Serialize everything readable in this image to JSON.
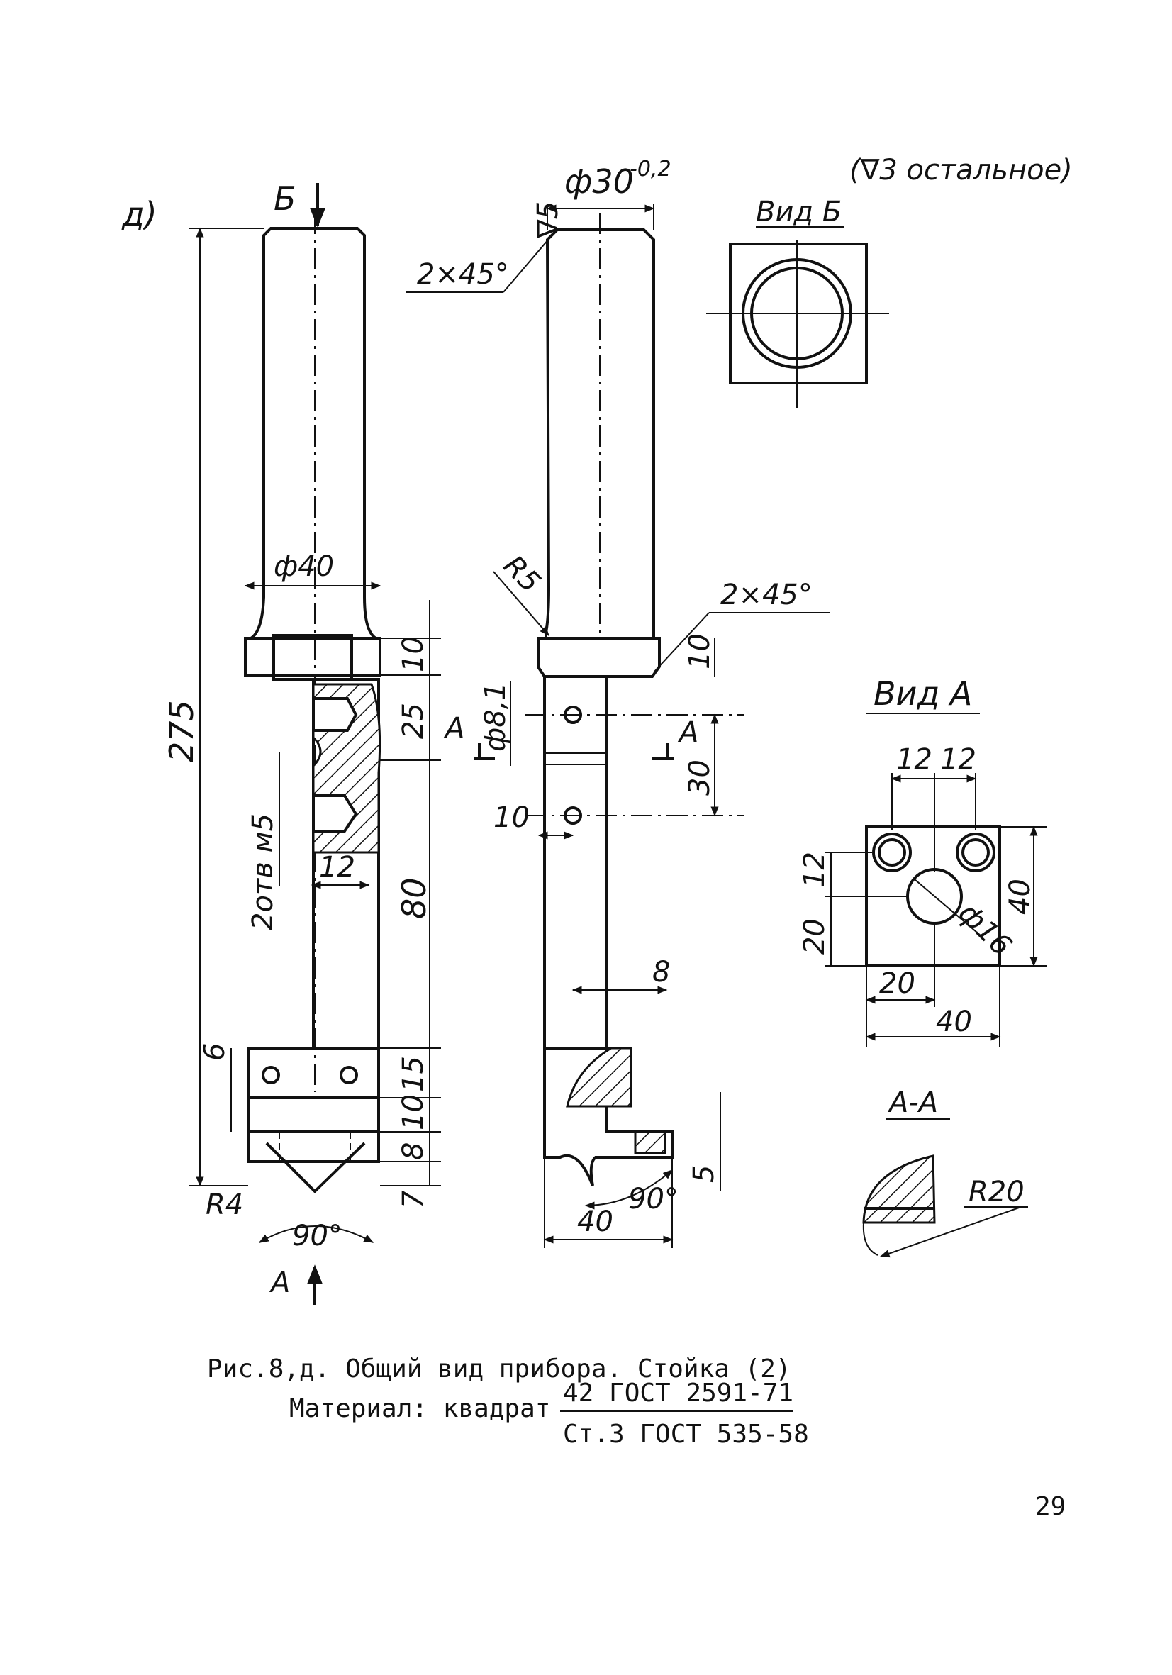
{
  "drawing": {
    "variant_label": "д)",
    "surface_note": "(∇3 остальное)",
    "side_view": {
      "arrow_label": "Б",
      "dia_top": "ф40",
      "length_total": "275",
      "dim_10_top": "10",
      "dim_25": "25",
      "dim_80": "80",
      "holes_note": "2отв м5",
      "dim_12": "12",
      "dim_6": "6",
      "dim_15": "15",
      "dim_10_bottom": "10",
      "dim_8": "8",
      "dim_7": "7",
      "radius": "R4",
      "angle": "90°",
      "view_arrow": "А"
    },
    "front_view": {
      "dia": "ф30",
      "dia_tol": "-0,2",
      "surface_mark": "∇5",
      "chamfer_top": "2×45°",
      "radius": "R5",
      "chamfer_bottom": "2×45°",
      "dim_10": "10",
      "hole_dia": "ф8,1",
      "section_left": "А",
      "section_right": "А",
      "dim_30": "30",
      "dim_10_holes": "10",
      "dim_8": "8",
      "dim_5": "5",
      "angle": "90°",
      "dim_40": "40"
    },
    "view_b": {
      "title": "Вид Б"
    },
    "view_a": {
      "title": "Вид А",
      "dim_12_left": "12",
      "dim_12_right": "12",
      "dim_12_vert": "12",
      "dim_20_vert": "20",
      "dim_40_vert": "40",
      "hole_dia": "ф16",
      "dim_20_horiz": "20",
      "dim_40_horiz": "40"
    },
    "section_aa": {
      "title": "А-А",
      "radius": "R20"
    }
  },
  "caption": {
    "line1": "Рис.8,д. Общий вид прибора. Стойка (2)",
    "material_label": "Материал: квадрат",
    "material_top": "42 ГОСТ 2591-71",
    "material_bottom": "Ст.3 ГОСТ 535-58"
  },
  "page_number": "29"
}
